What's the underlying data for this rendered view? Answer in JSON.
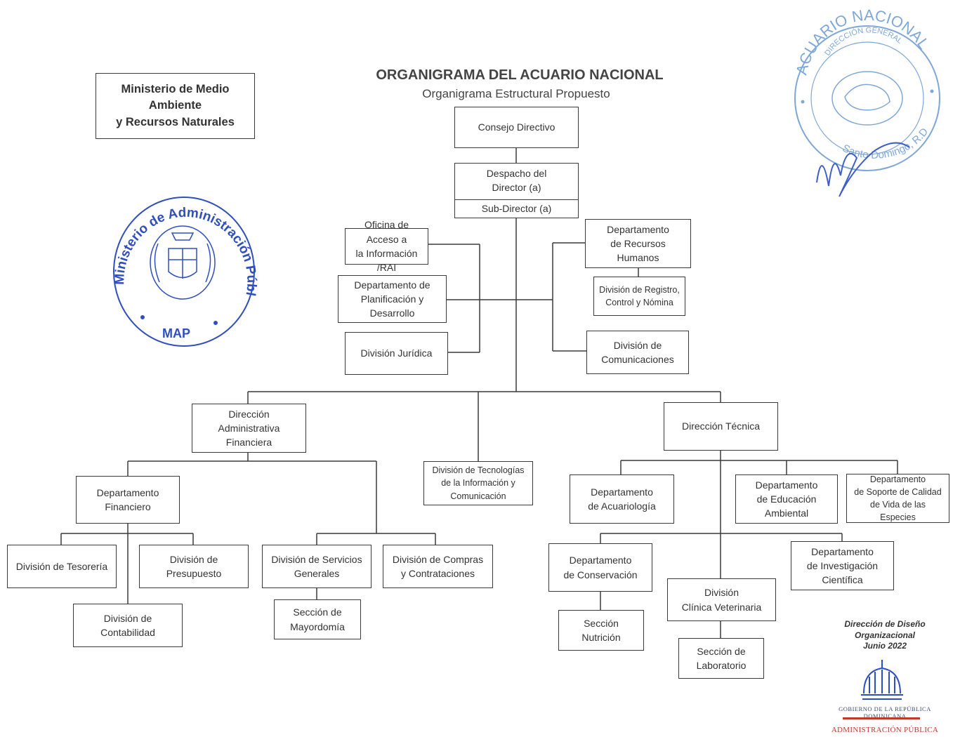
{
  "title": "ORGANIGRAMA DEL ACUARIO NACIONAL",
  "subtitle": "Organigrama Estructural Propuesto",
  "ministry": "Ministerio de Medio\nAmbiente\ny Recursos Naturales",
  "nodes": {
    "consejo": "Consejo Directivo",
    "despacho": "Despacho del\nDirector (a)",
    "subdirector": "Sub-Director (a)",
    "rai": "Oficina de Acceso a\nla Información /RAI",
    "planificacion": "Departamento de\nPlanificación y\nDesarrollo",
    "juridica": "División Jurídica",
    "rrhh": "Departamento\nde Recursos\nHumanos",
    "registro": "División de Registro,\nControl  y Nómina",
    "comunicaciones": "División de\nComunicaciones",
    "daf": "Dirección\nAdministrativa\nFinanciera",
    "tic": "División de Tecnologías\nde la Información y\nComunicación",
    "dtecnica": "Dirección Técnica",
    "financiero": "Departamento\nFinanciero",
    "tesoreria": "División de Tesorería",
    "presupuesto": "División de\nPresupuesto",
    "contabilidad": "División de\nContabilidad",
    "servicios": "División de Servicios\nGenerales",
    "mayordomia": "Sección de\nMayordomía",
    "compras": "División de Compras\ny Contrataciones",
    "acuariologia": "Departamento\nde Acuariología",
    "educacion": "Departamento\nde Educación\nAmbiental",
    "calidad": "Departamento\nde Soporte de Calidad\nde Vida de las Especies",
    "conservacion": "Departamento\nde Conservación",
    "nutricion": "Sección\nNutrición",
    "clinica": "División\nClínica Veterinaria",
    "laboratorio": "Sección de\nLaboratorio",
    "investigacion": "Departamento\nde Investigación\nCientífica"
  },
  "seal_map": {
    "arc_text": "Ministerio de Administración Pública",
    "bottom_text": "MAP",
    "color": "#2f4fbf"
  },
  "seal_acuario": {
    "arc_text": "ACUARIO NACIONAL",
    "inner_text": "DIRECCIÓN GENERAL",
    "bottom_text": "Santo Domingo, R.D.",
    "color": "#7fa8d8"
  },
  "brand": {
    "text": "Dirección de Diseño\nOrganizacional\nJunio 2022",
    "gov_line": "GOBIERNO DE LA REPÚBLICA DOMINICANA",
    "admin_line": "ADMINISTRACIÓN PÚBLICA"
  },
  "colors": {
    "line": "#3a3a3a",
    "seal_blue": "#2f4fbf",
    "seal_light": "#7fa8d8",
    "admin_red": "#c0392b"
  }
}
